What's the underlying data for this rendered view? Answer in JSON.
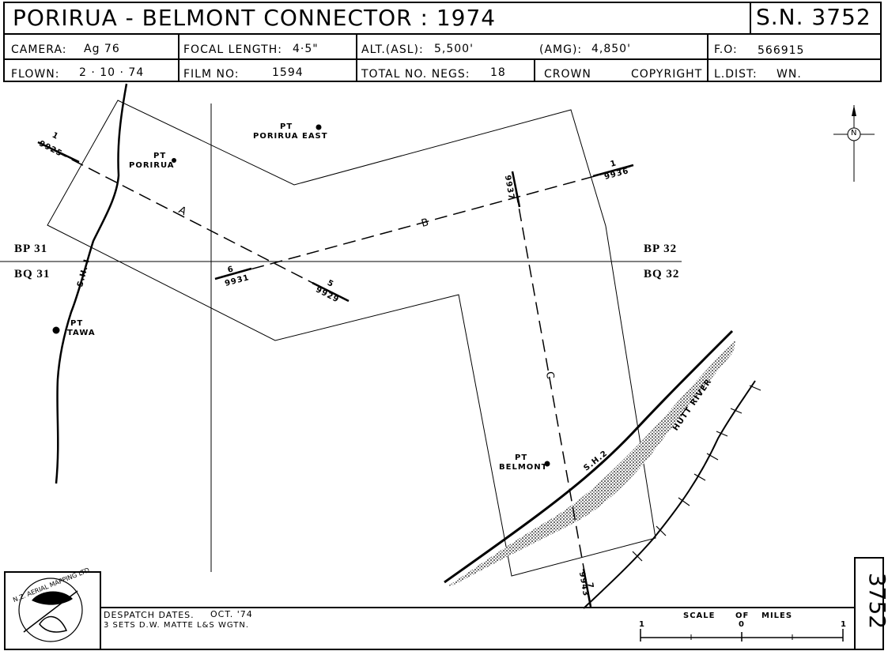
{
  "header": {
    "title": "PORIRUA - BELMONT CONNECTOR : 1974",
    "sn": "S.N. 3752",
    "camera_label": "CAMERA:",
    "camera_value": "Ag 76",
    "focal_label": "FOCAL LENGTH:",
    "focal_value": "4·5\"",
    "alt_label": "ALT.(ASL):",
    "alt_value": "5,500'",
    "amg_label": "(AMG):",
    "amg_value": "4,850'",
    "fo_label": "F.O:",
    "fo_value": "566915",
    "flown_label": "FLOWN:",
    "flown_value": "2 · 10 · 74",
    "film_label": "FILM NO:",
    "film_value": "1594",
    "negs_label": "TOTAL NO. NEGS:",
    "negs_value": "18",
    "crown": "CROWN",
    "copyright": "COPYRIGHT",
    "ldist_label": "L.DIST:",
    "ldist_value": "WN."
  },
  "map": {
    "places": {
      "porirua_pt": "PT",
      "porirua": "PORIRUA",
      "porirua_east_pt": "PT",
      "porirua_east": "PORIRUA EAST",
      "tawa_pt": "PT",
      "tawa": "TAWA",
      "belmont_pt": "PT",
      "belmont": "BELMONT"
    },
    "sheets": {
      "bp31": "BP 31",
      "bq31": "BQ 31",
      "bp32": "BP 32",
      "bq32": "BQ 32"
    },
    "runs": {
      "a": "A",
      "b": "B",
      "c": "C"
    },
    "frames": {
      "a_start_num": "1",
      "a_start_id": "9925",
      "a_end_num": "5",
      "a_end_id": "9929",
      "b_start_num": "6",
      "b_start_id": "9931",
      "b_end_num": "1",
      "b_end_id": "9936",
      "c_start_id": "9937",
      "c_end_num": "7",
      "c_end_id": "9943"
    },
    "roads": {
      "sh1": "S.H. I",
      "sh2": "S.H.2"
    },
    "river": "HUTT RIVER",
    "north": "N"
  },
  "footer": {
    "sheet_number": "3752",
    "despatch_label": "DESPATCH DATES.",
    "despatch_value": "OCT. '74",
    "sets_line": "3 SETS D.W. MATTE L&S WGTN.",
    "scale": "SCALE",
    "of": "OF",
    "miles": "MILES",
    "scale_zero": "0",
    "scale_one": "1",
    "logo_text": "N.Z. AERIAL MAPPING LTD"
  }
}
